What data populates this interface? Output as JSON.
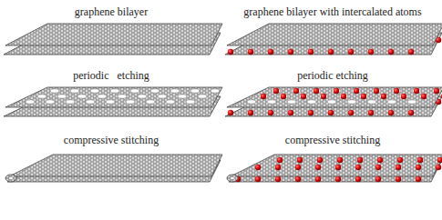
{
  "diagram": {
    "labels": [
      "graphene bilayer",
      "graphene bilayer with intercalated atoms",
      "periodic   etching",
      "periodic etching",
      "compressive stitching",
      "compressive stitching"
    ]
  }
}
